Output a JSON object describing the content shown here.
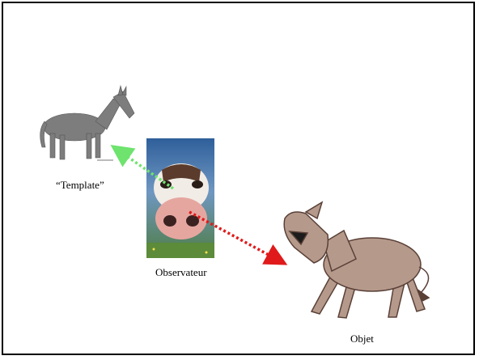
{
  "labels": {
    "template": "“Template”",
    "observer": "Observateur",
    "object": "Objet"
  },
  "colors": {
    "frame": "#000000",
    "template_arrow": "#6ee36e",
    "object_arrow": "#e01a1a",
    "template_horse": "#7d7d7d",
    "object_donkey": "#b59a8c"
  },
  "icons": {
    "template": "grey-horse-model-icon",
    "observer": "cow-face-photo-icon",
    "object": "cartoon-donkey-icon"
  }
}
